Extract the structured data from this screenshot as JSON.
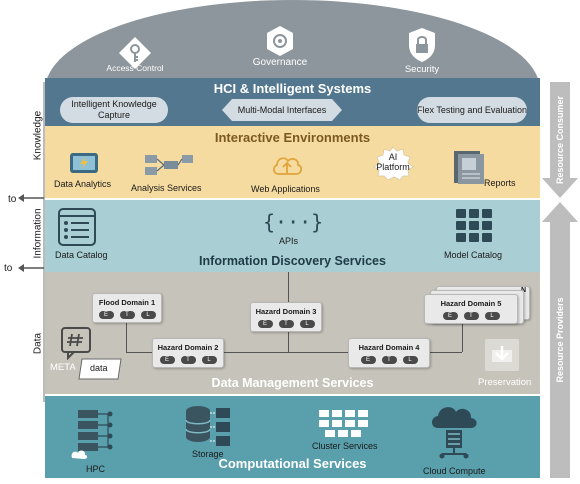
{
  "dome": {
    "items": [
      {
        "label": "Access Control",
        "icon": "key-icon"
      },
      {
        "label": "Governance",
        "icon": "governance-icon"
      },
      {
        "label": "Security",
        "icon": "lock-icon"
      }
    ]
  },
  "axis": {
    "knowledge": "Knowledge",
    "information": "Information",
    "data": "Data",
    "to_upper": "to",
    "to_lower": "to"
  },
  "right": {
    "consumer": "Resource Consumer",
    "providers": "Resource Providers"
  },
  "hci": {
    "title": "HCI & Intelligent Systems",
    "pills": [
      "Intelligent Knowledge Capture",
      "Multi-Modal Interfaces",
      "Flex Testing and Evaluation"
    ]
  },
  "ie": {
    "title": "Interactive  Environments",
    "items": [
      "Data Analytics",
      "Analysis Services",
      "Web Applications",
      "AI Platform",
      "Reports"
    ]
  },
  "ids": {
    "title": "Information Discovery Services",
    "items": [
      "Data Catalog",
      "APIs",
      "Model Catalog"
    ]
  },
  "dms": {
    "title": "Data Management Services",
    "domains": [
      "Flood Domain 1",
      "Hazard Domain 2",
      "Hazard Domain 3",
      "Hazard Domain 4",
      "Hazard Domain 5"
    ],
    "stack_label": "N",
    "etl": [
      "E",
      "T",
      "L"
    ],
    "meta_label": "META",
    "data_label": "data",
    "preservation": "Preservation"
  },
  "cs": {
    "title": "Computational Services",
    "items": [
      "HPC",
      "Storage",
      "Cluster Services",
      "Cloud Compute"
    ]
  },
  "colors": {
    "dome": "#8d969c",
    "hci": "#52778f",
    "interactive": "#f6dba0",
    "discovery": "#a9ced3",
    "data_mgmt": "#c6c3ba",
    "compute": "#5a9fac",
    "arrow": "#bdbdbd"
  }
}
